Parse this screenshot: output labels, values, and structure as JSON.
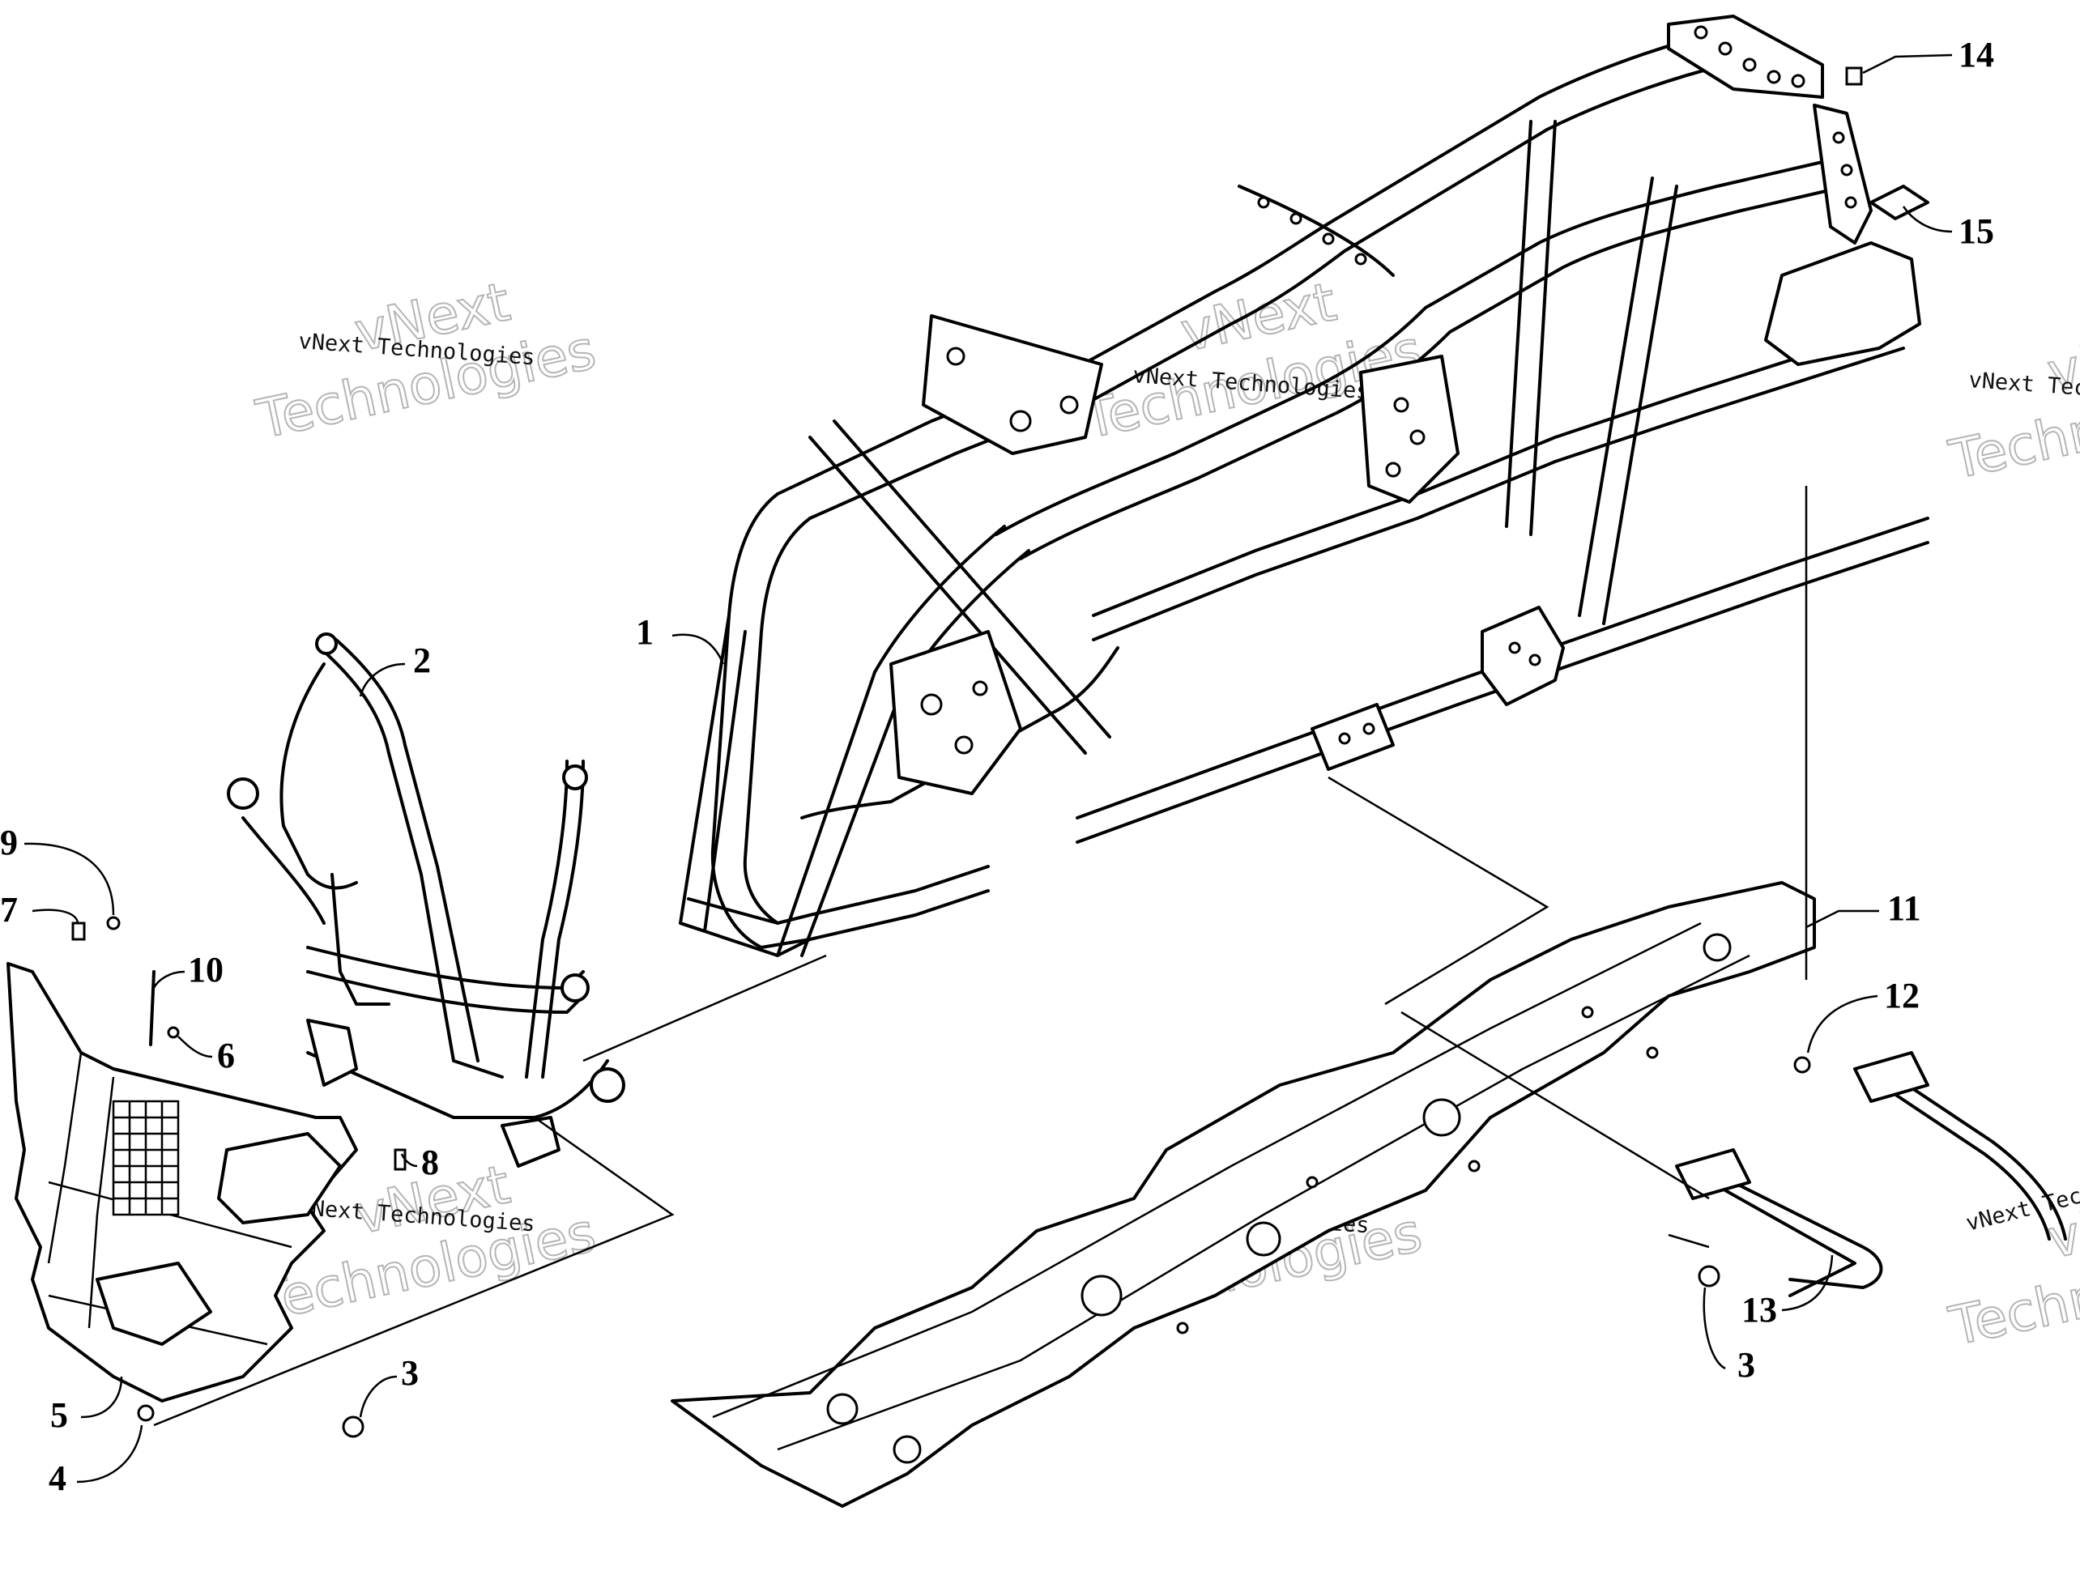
{
  "diagram": {
    "callouts": [
      {
        "id": "c1",
        "label": "1"
      },
      {
        "id": "c2",
        "label": "2"
      },
      {
        "id": "c3a",
        "label": "3"
      },
      {
        "id": "c3b",
        "label": "3"
      },
      {
        "id": "c4",
        "label": "4"
      },
      {
        "id": "c5",
        "label": "5"
      },
      {
        "id": "c6",
        "label": "6"
      },
      {
        "id": "c7",
        "label": "7"
      },
      {
        "id": "c8",
        "label": "8"
      },
      {
        "id": "c9",
        "label": "9"
      },
      {
        "id": "c10",
        "label": "10"
      },
      {
        "id": "c11",
        "label": "11"
      },
      {
        "id": "c12",
        "label": "12"
      },
      {
        "id": "c13",
        "label": "13"
      },
      {
        "id": "c14",
        "label": "14"
      },
      {
        "id": "c15",
        "label": "15"
      }
    ],
    "watermark": {
      "line": "vNext Technologies",
      "big_top": "vNext",
      "big_bottom": "Technologies"
    }
  }
}
